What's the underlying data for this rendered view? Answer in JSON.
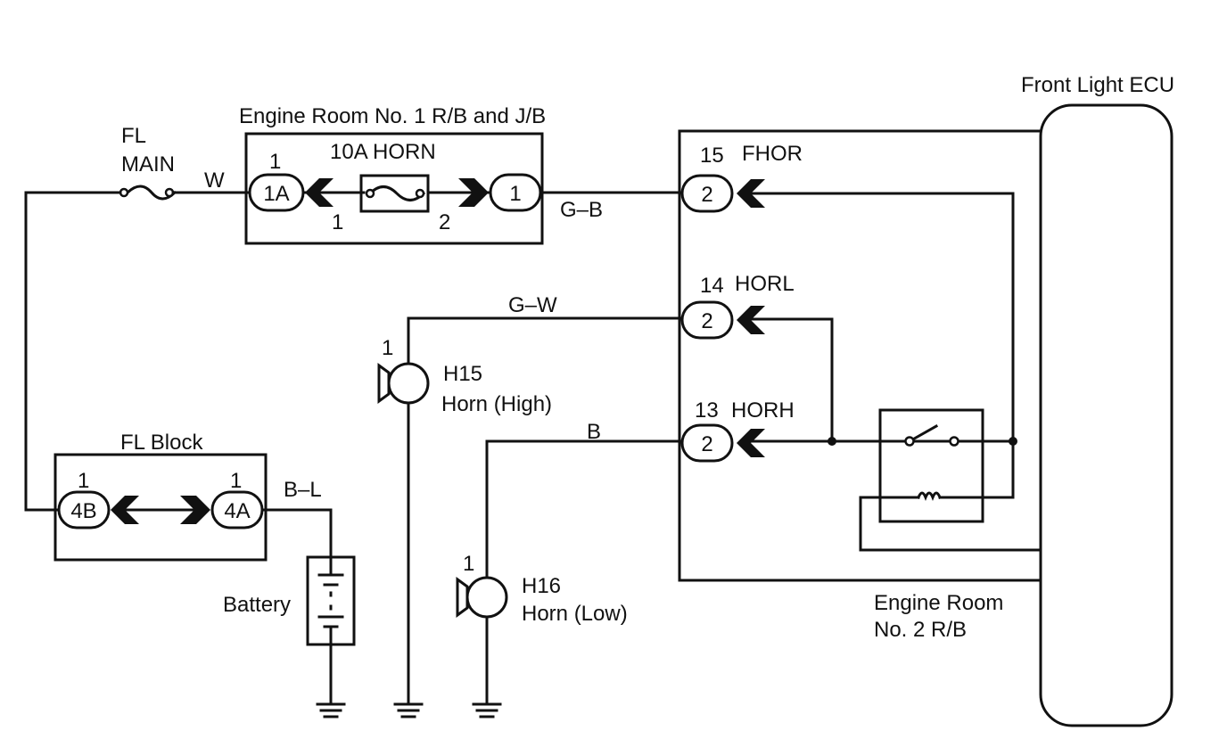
{
  "ecu": {
    "label": "Front Light ECU"
  },
  "er1": {
    "label": "Engine Room No. 1 R/B and J/B",
    "fuse": "10A HORN",
    "pin_in": "1",
    "pin_out": "2"
  },
  "fl_main": {
    "line1": "FL",
    "line2": "MAIN"
  },
  "wires": {
    "w": "W",
    "gb": "G–B",
    "gw": "G–W",
    "b": "B",
    "bl": "B–L"
  },
  "connectors": {
    "c1a": {
      "label": "1A",
      "pin": "1"
    },
    "c1": {
      "label": "1"
    },
    "fhor": {
      "label": "2",
      "pin": "15",
      "name": "FHOR"
    },
    "horl": {
      "label": "2",
      "pin": "14",
      "name": "HORL"
    },
    "horh": {
      "label": "2",
      "pin": "13",
      "name": "HORH"
    },
    "c4b": {
      "label": "4B",
      "pin": "1"
    },
    "c4a": {
      "label": "4A",
      "pin": "1"
    }
  },
  "h15": {
    "pin": "1",
    "code": "H15",
    "name": "Horn (High)"
  },
  "h16": {
    "pin": "1",
    "code": "H16",
    "name": "Horn (Low)"
  },
  "fl_block": {
    "label": "FL Block"
  },
  "battery": {
    "label": "Battery"
  },
  "er2": {
    "line1": "Engine Room",
    "line2": "No. 2 R/B"
  }
}
